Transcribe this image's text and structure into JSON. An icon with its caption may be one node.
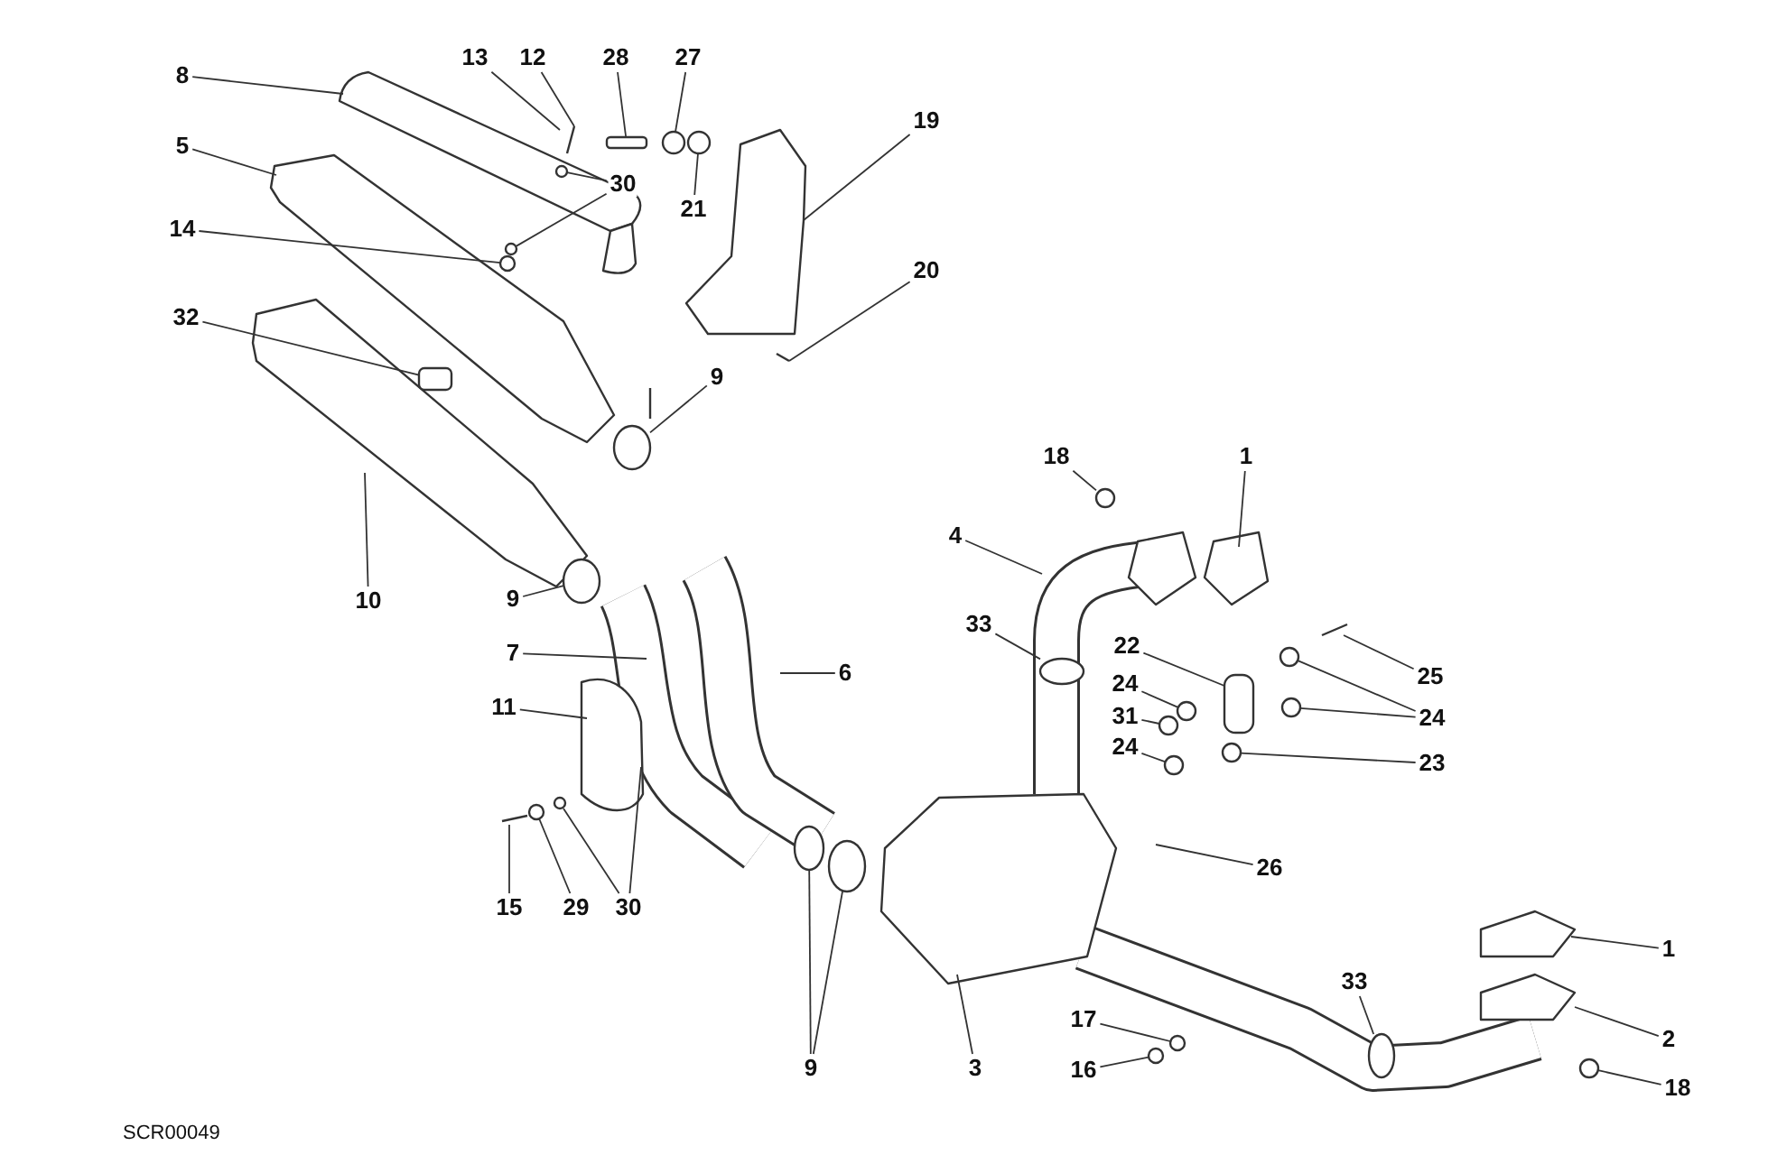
{
  "diagram": {
    "nodes": [
      {
        "text": [
          "8"
        ]
      },
      {
        "text": [
          "13"
        ]
      },
      {
        "text": [
          "12"
        ]
      },
      {
        "text": [
          "28"
        ]
      },
      {
        "text": [
          "27"
        ]
      },
      {
        "text": [
          "19"
        ]
      },
      {
        "text": [
          "5"
        ]
      },
      {
        "text": [
          "30"
        ]
      },
      {
        "text": [
          "21"
        ]
      },
      {
        "text": [
          "14"
        ]
      },
      {
        "text": [
          "20"
        ]
      },
      {
        "text": [
          "32"
        ]
      },
      {
        "text": [
          "9"
        ]
      },
      {
        "text": [
          "10"
        ]
      },
      {
        "text": [
          "9"
        ]
      },
      {
        "text": [
          "18"
        ]
      },
      {
        "text": [
          "1"
        ]
      },
      {
        "text": [
          "4"
        ]
      },
      {
        "text": [
          "7"
        ]
      },
      {
        "text": [
          "6"
        ]
      },
      {
        "text": [
          "33"
        ]
      },
      {
        "text": [
          "22"
        ]
      },
      {
        "text": [
          "25"
        ]
      },
      {
        "text": [
          "11"
        ]
      },
      {
        "text": [
          "24"
        ]
      },
      {
        "text": [
          "24"
        ]
      },
      {
        "text": [
          "31"
        ]
      },
      {
        "text": [
          "24"
        ]
      },
      {
        "text": [
          "23"
        ]
      },
      {
        "text": [
          "26"
        ]
      },
      {
        "text": [
          "15"
        ]
      },
      {
        "text": [
          "29"
        ]
      },
      {
        "text": [
          "30"
        ]
      },
      {
        "text": [
          "1"
        ]
      },
      {
        "text": [
          "33"
        ]
      },
      {
        "text": [
          "9"
        ]
      },
      {
        "text": [
          "3"
        ]
      },
      {
        "text": [
          "17"
        ]
      },
      {
        "text": [
          "2"
        ]
      },
      {
        "text": [
          "16"
        ]
      },
      {
        "text": [
          "18"
        ]
      },
      {
        "text": [],
        "shape": "bar"
      },
      {
        "text": [],
        "shape": "circle"
      },
      {
        "text": [],
        "shape": "circle"
      },
      {
        "text": [],
        "shape": "circle"
      },
      {
        "text": [],
        "shape": "circle"
      },
      {
        "text": [],
        "shape": "circle"
      },
      {
        "text": [],
        "shape": "circle"
      },
      {
        "text": [],
        "shape": "circle"
      },
      {
        "text": [],
        "shape": "circle"
      },
      {
        "text": [],
        "shape": "box"
      },
      {
        "text": [],
        "shape": "circle"
      },
      {
        "text": [],
        "shape": "circle"
      },
      {
        "text": [],
        "shape": "circle"
      },
      {
        "text": [],
        "shape": "circle"
      },
      {
        "text": [],
        "shape": "circle"
      },
      {
        "text": [],
        "shape": "circle"
      },
      {
        "text": [],
        "shape": "circle"
      },
      {
        "text": [],
        "shape": "circle"
      },
      {
        "text": [],
        "shape": "circle"
      },
      {
        "text": [],
        "shape": "circle"
      },
      {
        "text": [],
        "shape": "circle"
      },
      {
        "text": [],
        "shape": "circle"
      },
      {
        "text": [],
        "shape": "circle"
      },
      {
        "text": [],
        "shape": "circle"
      },
      {
        "text": [],
        "shape": "circle"
      }
    ],
    "edges": [
      {
        "from": 0,
        "to": null,
        "arrow": "none"
      },
      {
        "from": 1,
        "to": null,
        "arrow": "none"
      },
      {
        "from": 2,
        "to": null,
        "arrow": "none"
      },
      {
        "from": 3,
        "to": 41,
        "arrow": "none"
      },
      {
        "from": 4,
        "to": 42,
        "arrow": "none"
      },
      {
        "from": 5,
        "to": null,
        "arrow": "none"
      },
      {
        "from": 6,
        "to": null,
        "arrow": "none"
      },
      {
        "from": 7,
        "to": 46,
        "arrow": "none"
      },
      {
        "from": 7,
        "to": 47,
        "arrow": "none"
      },
      {
        "from": 8,
        "to": 48,
        "arrow": "none"
      },
      {
        "from": 9,
        "to": 49,
        "arrow": "none"
      },
      {
        "from": 10,
        "to": null,
        "arrow": "none"
      },
      {
        "from": 11,
        "to": 50,
        "arrow": "none"
      },
      {
        "from": 12,
        "to": 51,
        "arrow": "none"
      },
      {
        "from": 13,
        "to": null,
        "arrow": "none"
      },
      {
        "from": 14,
        "to": 52,
        "arrow": "none"
      },
      {
        "from": 15,
        "to": 53,
        "arrow": "none"
      },
      {
        "from": 16,
        "to": null,
        "arrow": "none"
      },
      {
        "from": 17,
        "to": null,
        "arrow": "none"
      },
      {
        "from": 18,
        "to": null,
        "arrow": "none"
      },
      {
        "from": 19,
        "to": null,
        "arrow": "none"
      },
      {
        "from": 20,
        "to": 43,
        "arrow": "none"
      },
      {
        "from": 21,
        "to": null,
        "arrow": "none"
      },
      {
        "from": 22,
        "to": null,
        "arrow": "none"
      },
      {
        "from": 23,
        "to": null,
        "arrow": "none"
      },
      {
        "from": 24,
        "to": 44,
        "arrow": "none"
      },
      {
        "from": 25,
        "to": 54,
        "arrow": "none"
      },
      {
        "from": 25,
        "to": 55,
        "arrow": "none"
      },
      {
        "from": 26,
        "to": 45,
        "arrow": "none"
      },
      {
        "from": 27,
        "to": 56,
        "arrow": "none"
      },
      {
        "from": 28,
        "to": 65,
        "arrow": "none"
      },
      {
        "from": 29,
        "to": null,
        "arrow": "none"
      },
      {
        "from": 30,
        "to": null,
        "arrow": "none"
      },
      {
        "from": 31,
        "to": 57,
        "arrow": "none"
      },
      {
        "from": 32,
        "to": 58,
        "arrow": "none"
      },
      {
        "from": 32,
        "to": null,
        "arrow": "none"
      },
      {
        "from": 33,
        "to": null,
        "arrow": "none"
      },
      {
        "from": 34,
        "to": 59,
        "arrow": "none"
      },
      {
        "from": 35,
        "to": 60,
        "arrow": "none"
      },
      {
        "from": 35,
        "to": 61,
        "arrow": "none"
      },
      {
        "from": 36,
        "to": null,
        "arrow": "none"
      },
      {
        "from": 37,
        "to": 62,
        "arrow": "none"
      },
      {
        "from": 38,
        "to": null,
        "arrow": "none"
      },
      {
        "from": 39,
        "to": 63,
        "arrow": "none"
      },
      {
        "from": 40,
        "to": 64,
        "arrow": "none"
      }
    ],
    "labels": [
      "SCR00049"
    ]
  }
}
